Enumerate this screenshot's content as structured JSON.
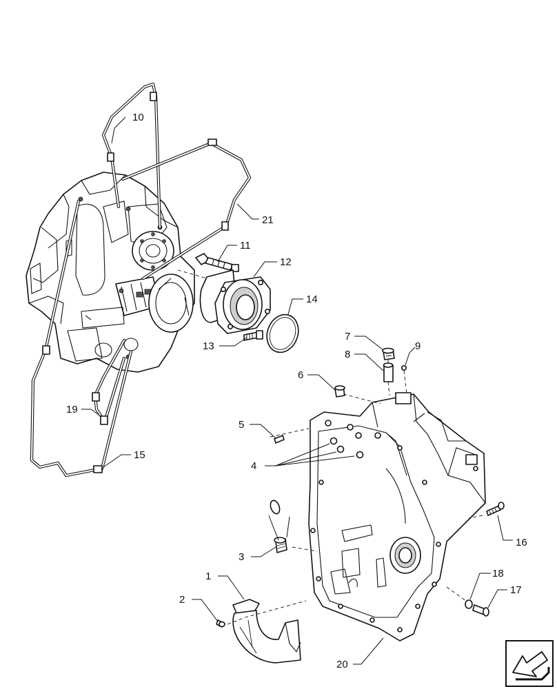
{
  "callouts": {
    "c1": "1",
    "c2": "2",
    "c3": "3",
    "c4": "4",
    "c5": "5",
    "c6": "6",
    "c7": "7",
    "c8": "8",
    "c9": "9",
    "c10": "10",
    "c11": "11",
    "c12": "12",
    "c13": "13",
    "c14": "14",
    "c15": "15",
    "c16": "16",
    "c17": "17",
    "c18": "18",
    "c19": "19",
    "c20": "20",
    "c21": "21"
  },
  "nav_icon": "arrow-down-left-icon"
}
